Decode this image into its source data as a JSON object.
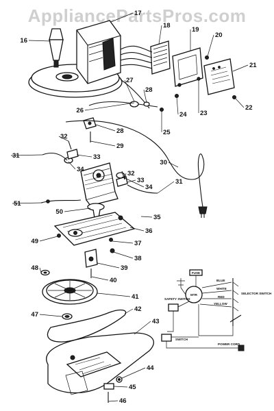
{
  "watermark": "AppliancePartsPros.com",
  "callouts": [
    {
      "id": "16",
      "label": "16"
    },
    {
      "id": "17",
      "label": "17"
    },
    {
      "id": "18",
      "label": "18"
    },
    {
      "id": "19",
      "label": "19"
    },
    {
      "id": "20",
      "label": "20"
    },
    {
      "id": "21",
      "label": "21"
    },
    {
      "id": "22",
      "label": "22"
    },
    {
      "id": "23",
      "label": "23"
    },
    {
      "id": "24",
      "label": "24"
    },
    {
      "id": "25",
      "label": "25"
    },
    {
      "id": "26",
      "label": "26"
    },
    {
      "id": "27",
      "label": "27"
    },
    {
      "id": "28a",
      "label": "28"
    },
    {
      "id": "28b",
      "label": "28"
    },
    {
      "id": "29",
      "label": "29"
    },
    {
      "id": "30",
      "label": "30"
    },
    {
      "id": "31a",
      "label": "31"
    },
    {
      "id": "31b",
      "label": "31"
    },
    {
      "id": "32a",
      "label": "32"
    },
    {
      "id": "32b",
      "label": "32"
    },
    {
      "id": "33a",
      "label": "33"
    },
    {
      "id": "33b",
      "label": "33"
    },
    {
      "id": "34a",
      "label": "34"
    },
    {
      "id": "34b",
      "label": "34"
    },
    {
      "id": "35",
      "label": "35"
    },
    {
      "id": "36",
      "label": "36"
    },
    {
      "id": "37",
      "label": "37"
    },
    {
      "id": "38",
      "label": "38"
    },
    {
      "id": "39",
      "label": "39"
    },
    {
      "id": "40",
      "label": "40"
    },
    {
      "id": "41",
      "label": "41"
    },
    {
      "id": "42",
      "label": "42"
    },
    {
      "id": "43",
      "label": "43"
    },
    {
      "id": "44",
      "label": "44"
    },
    {
      "id": "45",
      "label": "45"
    },
    {
      "id": "46",
      "label": "46"
    },
    {
      "id": "47",
      "label": "47"
    },
    {
      "id": "48",
      "label": "48"
    },
    {
      "id": "49",
      "label": "49"
    },
    {
      "id": "50",
      "label": "50"
    },
    {
      "id": "51",
      "label": "51"
    }
  ],
  "wiring": {
    "wire_labels": [
      "BLUE",
      "WHITE",
      "RED",
      "YELLOW"
    ],
    "component_labels": {
      "safety_switch": "SAFETY SWITCH",
      "selector_switch": "SELECTOR SWITCH",
      "switch": "SWITCH",
      "power_cord": "POWER CORD",
      "motor": "MTR",
      "fuse": "FUSE"
    }
  }
}
